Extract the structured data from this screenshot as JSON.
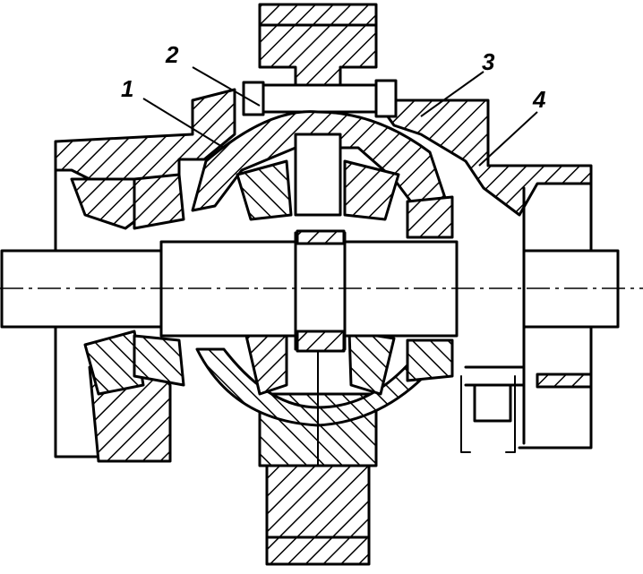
{
  "labels": [
    {
      "id": "1",
      "text": "1"
    },
    {
      "id": "2",
      "text": "2"
    },
    {
      "id": "3",
      "text": "3"
    },
    {
      "id": "4",
      "text": "4"
    }
  ],
  "colors": {
    "ink": "#000000",
    "paper": "#ffffff"
  }
}
